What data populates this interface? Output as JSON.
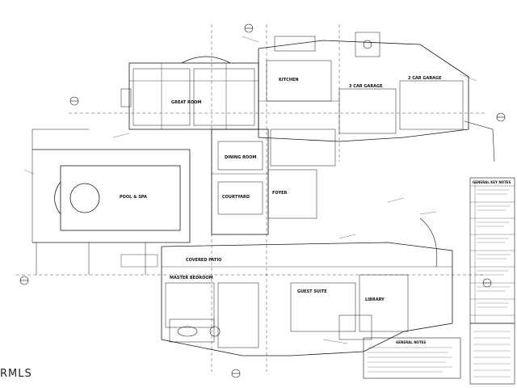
{
  "labels": {
    "great_room": "GREAT ROOM",
    "dining_room": "DINING ROOM",
    "pool_spa": "POOL & SPA",
    "covered_patio": "COVERED PATIO",
    "garage_1": "3 CAR GARAGE",
    "garage_2": "2 CAR GARAGE",
    "guest_suite": "GUEST SUITE",
    "master_bedroom": "MASTER BEDROOM",
    "kitchen": "KITCHEN",
    "foyer": "FOYER",
    "library": "LIBRARY",
    "courtyard": "COURTYARD",
    "general_notes": "GENERAL NOTES",
    "general_key_notes": "GENERAL KEY NOTES"
  },
  "watermark": "RMLS"
}
